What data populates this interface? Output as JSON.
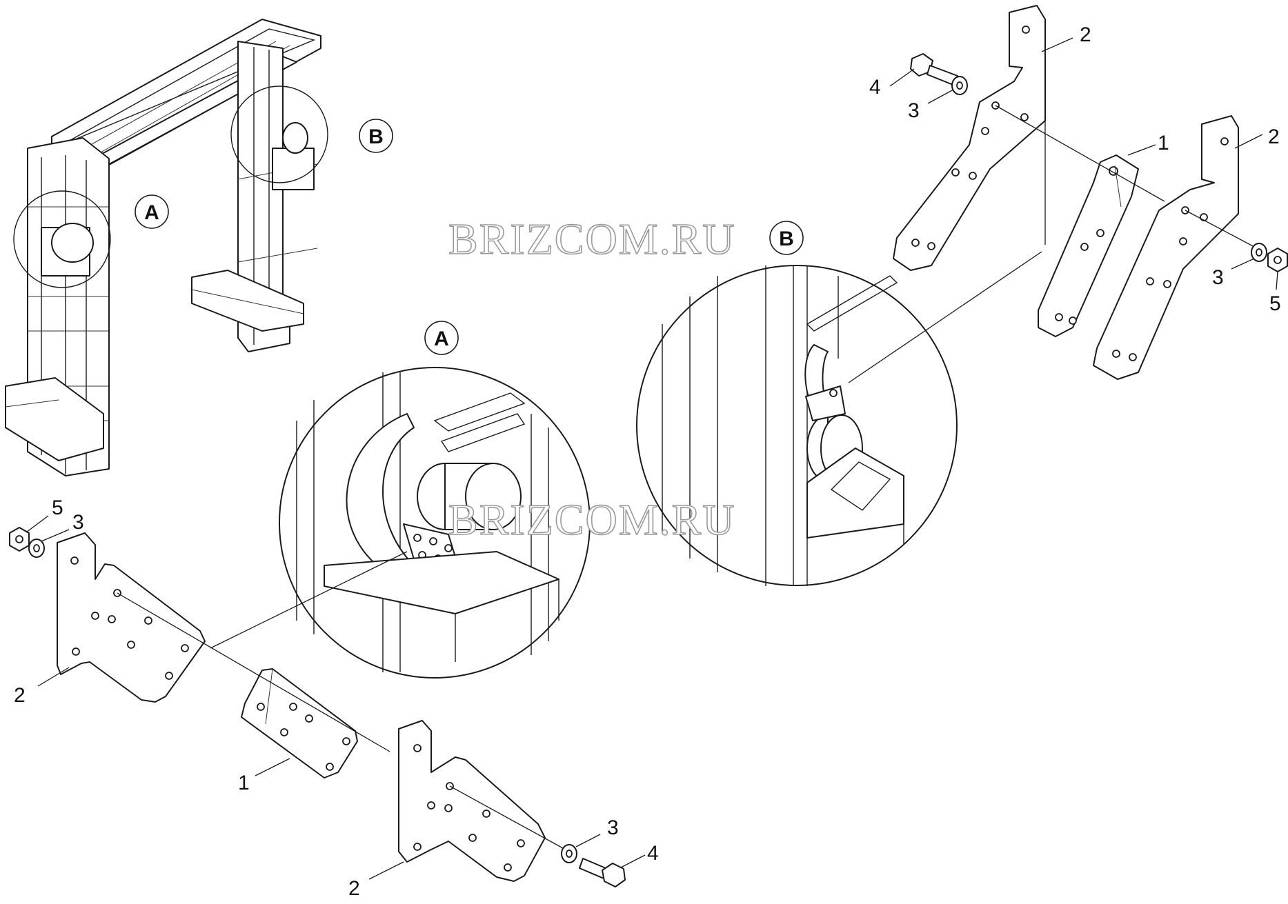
{
  "watermark": "BRIZCOM.RU",
  "detail_labels": {
    "a": "A",
    "b": "B"
  },
  "callouts": {
    "n1": "1",
    "n2": "2",
    "n3": "3",
    "n4": "4",
    "n5": "5"
  },
  "colors": {
    "line": "#1a1a1a",
    "background": "#ffffff",
    "watermark_outline": "#9a9a9a"
  }
}
